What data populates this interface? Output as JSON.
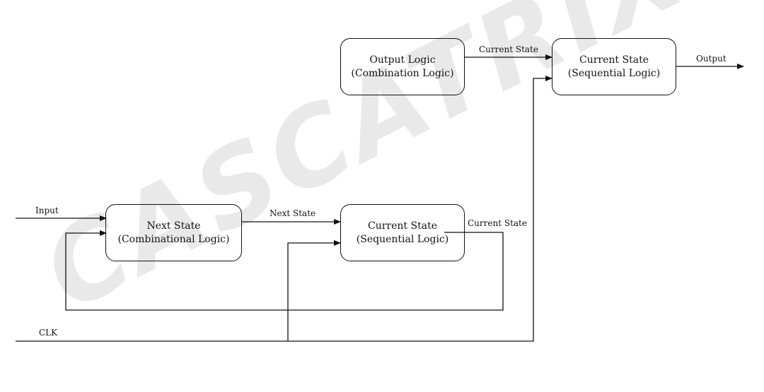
{
  "diagram": {
    "blocks": {
      "output_logic": {
        "line1": "Output Logic",
        "line2": "(Combination Logic)"
      },
      "top_state": {
        "line1": "Current State",
        "line2": "(Sequential Logic)"
      },
      "next_state": {
        "line1": "Next State",
        "line2": "(Combinational Logic)"
      },
      "bottom_state": {
        "line1": "Current State",
        "line2": "(Sequential Logic)"
      }
    },
    "labels": {
      "input": "Input",
      "clk": "CLK",
      "next_state": "Next State",
      "current_state_bottom": "Current State",
      "current_state_top": "Current State",
      "output": "Output"
    },
    "watermark": "CASCATRIX"
  }
}
